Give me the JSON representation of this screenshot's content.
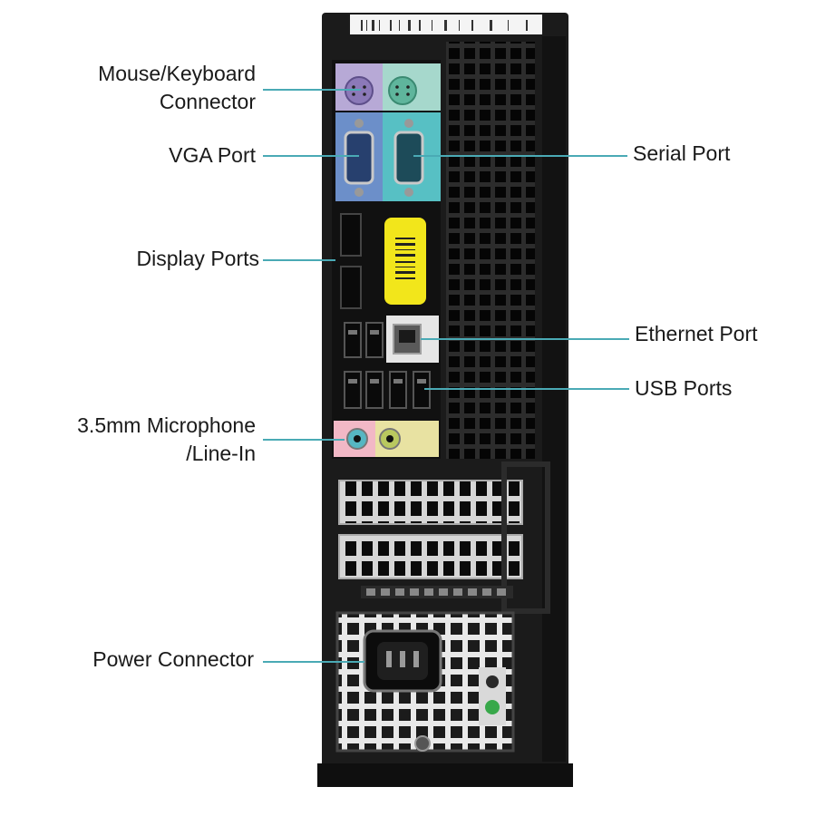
{
  "labels": {
    "mouse_keyboard_line1": "Mouse/Keyboard",
    "mouse_keyboard_line2": "Connector",
    "vga": "VGA Port",
    "display_ports": "Display Ports",
    "microphone_line1": "3.5mm  Microphone",
    "microphone_line2": "/Line-In",
    "power": "Power Connector",
    "serial": "Serial Port",
    "ethernet": "Ethernet Port",
    "usb": "USB Ports"
  },
  "colors": {
    "leader_line": "#4aaab5",
    "chassis": "#1b1b1b",
    "ps2_mouse": "#b7a9d6",
    "ps2_keyboard": "#a6d8cc",
    "vga_panel": "#6c8fc9",
    "serial_panel": "#57c0c4",
    "asset_tag": "#f2e61b",
    "mic_jack": "#f2b8c6",
    "line_in_jack": "#e8e2a2"
  }
}
